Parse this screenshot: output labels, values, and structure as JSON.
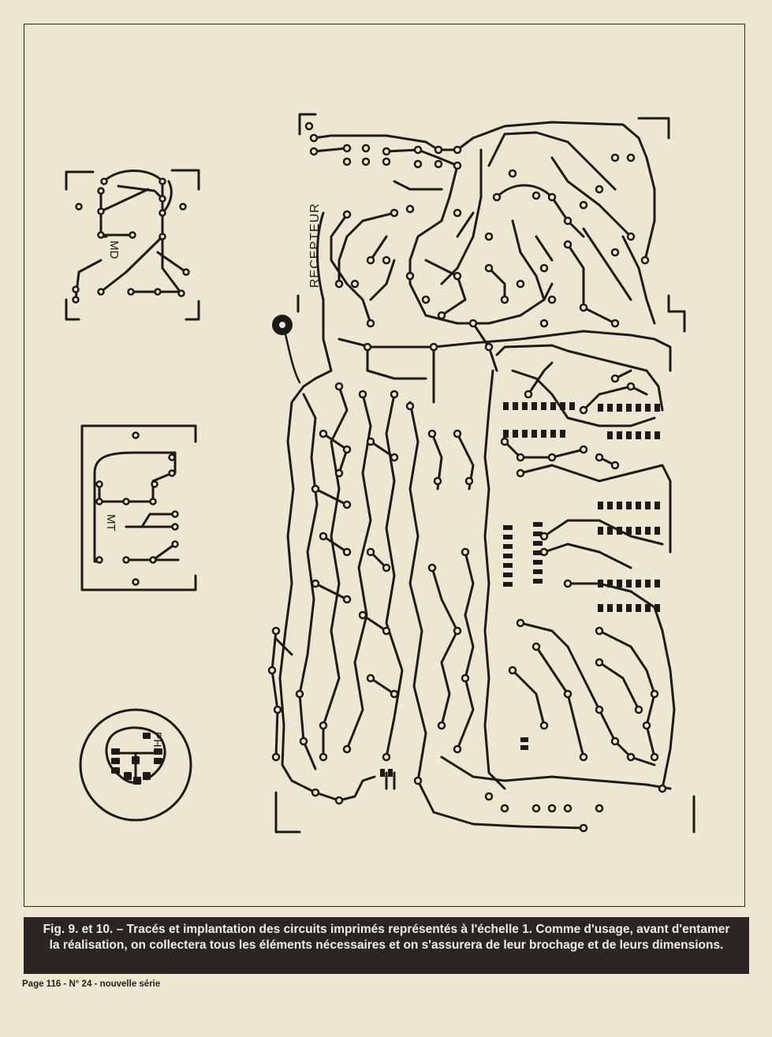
{
  "figure": {
    "board_labels": {
      "main": "RECEPTEUR",
      "small_top": "MD",
      "small_middle": "MT",
      "small_round": "PH"
    }
  },
  "caption": {
    "text": "Fig. 9. et 10. – Tracés et implantation des circuits imprimés représentés à l'échelle 1. Comme d'usage, avant d'entamer la réalisation, on collectera tous les éléments nécessaires et on s'assurera de leur brochage et de leurs dimensions."
  },
  "footer": {
    "text": "Page 116 - N° 24 - nouvelle série"
  },
  "colors": {
    "paper": "#efe6d2",
    "ink": "#1c1a18",
    "caption_bg": "#2b2623",
    "caption_text": "#f3eee4"
  }
}
